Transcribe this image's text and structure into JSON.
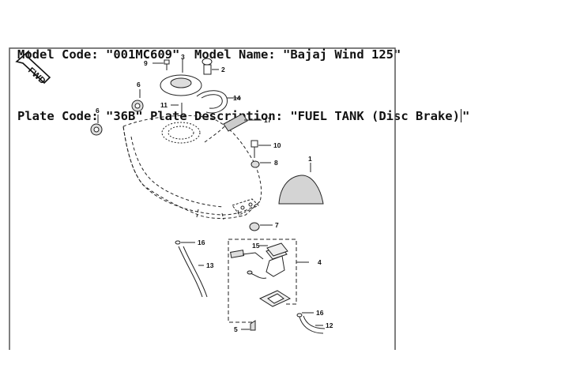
{
  "header": {
    "model_code_label": "Model Code:",
    "model_code_value": "\"001MC609\"",
    "model_name_label": "Model Name:",
    "model_name_value": "\"Bajaj Wind 125\"",
    "plate_code_label": "Plate Code:",
    "plate_code_value": "\"36B\"",
    "plate_desc_label": "Plate Description:",
    "plate_desc_value": "\"FUEL TANK (Disc Brake)",
    "plate_desc_close": "\""
  },
  "diagram": {
    "direction_label": "FWD",
    "callouts": [
      "9",
      "3",
      "2",
      "6",
      "11",
      "14",
      "6",
      "17",
      "10",
      "8",
      "1",
      "7",
      "16",
      "15",
      "4",
      "13",
      "16",
      "12",
      "5"
    ]
  },
  "colors": {
    "line": "#222222",
    "frame": "#555555",
    "seat_fill": "#d4d4d4"
  }
}
